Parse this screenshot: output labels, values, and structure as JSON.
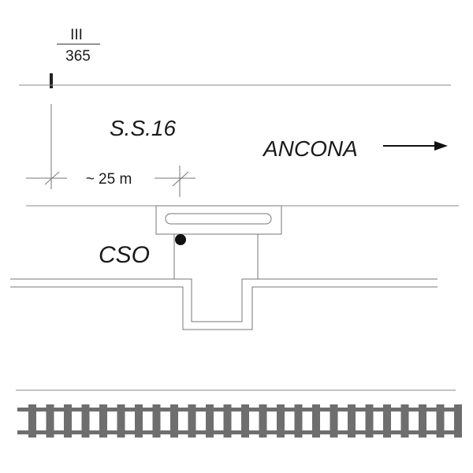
{
  "milestone": {
    "numerator": "III",
    "denominator": "365"
  },
  "road_label": "S.S.16",
  "distance_label": "~ 25 m",
  "direction_label": "ANCONA",
  "point_label": "CSO",
  "colors": {
    "line": "#8a8a8a",
    "rail": "#6e6e6e",
    "dot": "#111111",
    "text": "#1a1a1a"
  }
}
